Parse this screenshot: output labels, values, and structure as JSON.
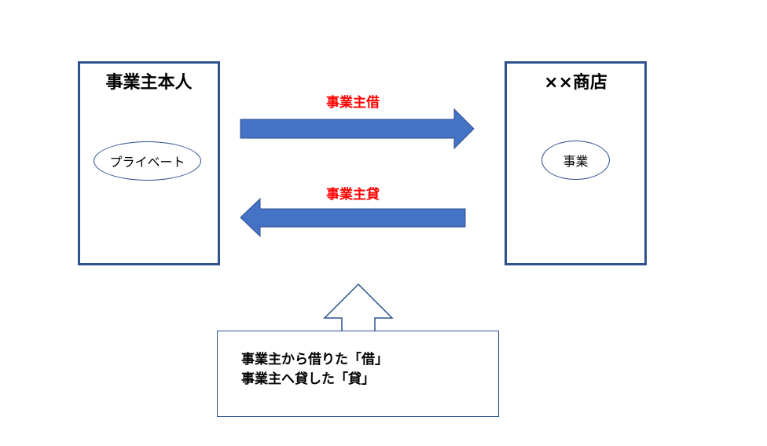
{
  "left_entity": {
    "title": "事業主本人",
    "ellipse_label": "プライベート"
  },
  "right_entity": {
    "title": "××商店",
    "ellipse_label": "事業"
  },
  "arrows": [
    {
      "label": "事業主借",
      "direction": "right"
    },
    {
      "label": "事業主貸",
      "direction": "left"
    }
  ],
  "note": {
    "lines": [
      "事業主から借りた「借」",
      "事業主へ貸した「貸」"
    ]
  },
  "colors": {
    "box_border": "#2f528f",
    "arrow_fill": "#4472c4",
    "arrow_label": "#ff0000"
  }
}
